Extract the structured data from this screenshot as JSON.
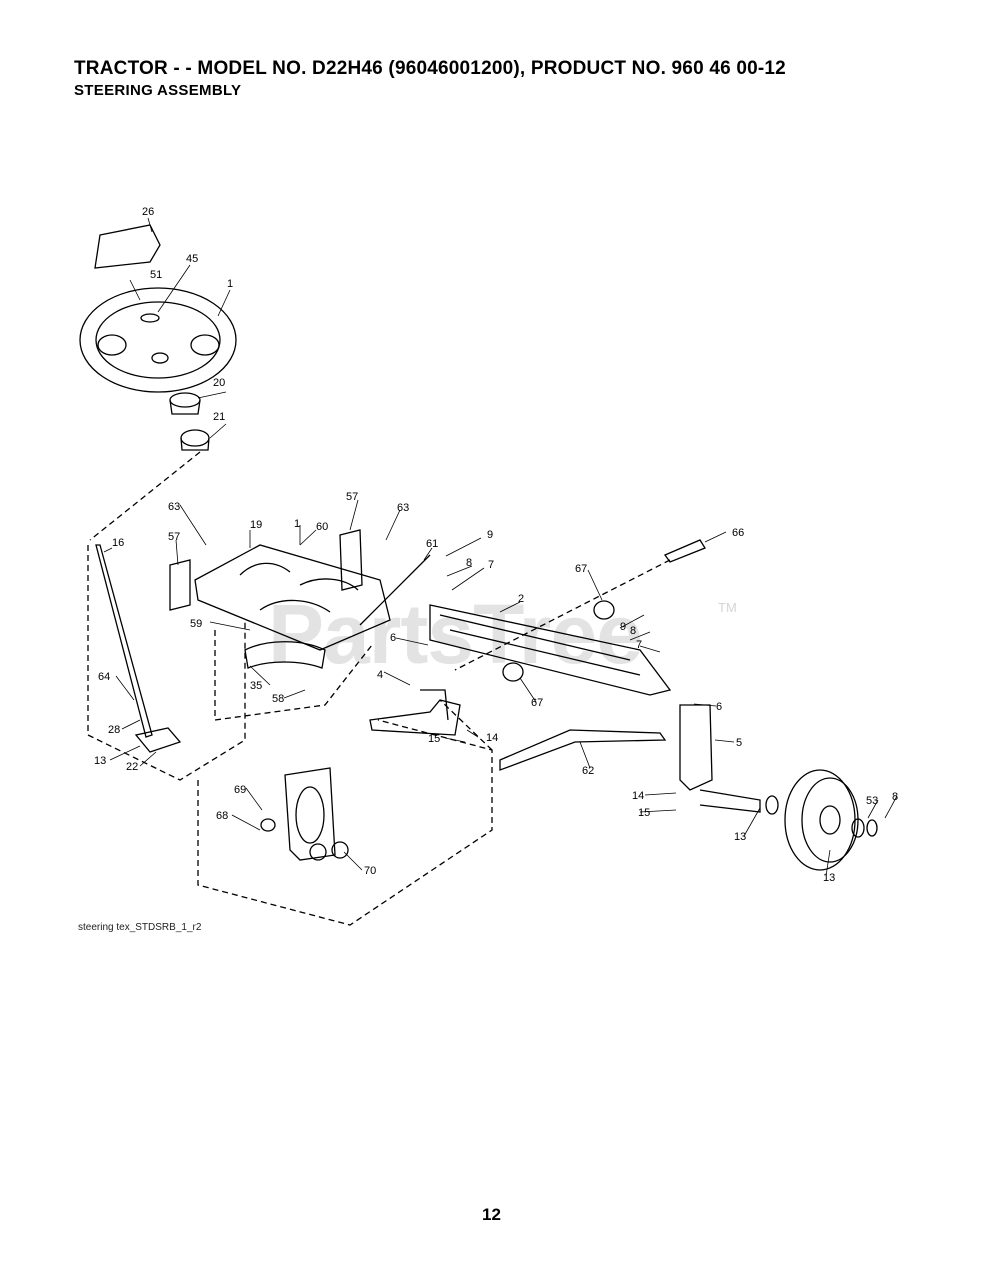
{
  "header": {
    "title": "TRACTOR - - MODEL NO. D22H46 (96046001200), PRODUCT NO. 960 46 00-12",
    "subtitle": "STEERING ASSEMBLY"
  },
  "watermark": {
    "text": "PartsTree",
    "tm": "TM"
  },
  "file_ref": "steering tex_STDSRB_1_r2",
  "page_number": "12",
  "callouts": {
    "c26": "26",
    "c51": "51",
    "c45": "45",
    "c1": "1",
    "c20": "20",
    "c21": "21",
    "c16": "16",
    "c63a": "63",
    "c57a": "57",
    "c19": "19",
    "c1b": "1",
    "c60": "60",
    "c57b": "57",
    "c63b": "63",
    "c61": "61",
    "c9a": "9",
    "c8a": "8",
    "c7a": "7",
    "c66": "66",
    "c67a": "67",
    "c2": "2",
    "c9b": "9",
    "c8b": "8",
    "c7b": "7",
    "c59": "59",
    "c6a": "6",
    "c4": "4",
    "c67b": "67",
    "c6b": "6",
    "c64": "64",
    "c35": "35",
    "c58": "58",
    "c28": "28",
    "c15a": "15",
    "c14a": "14",
    "c5": "5",
    "c13a": "13",
    "c22": "22",
    "c62": "62",
    "c69": "69",
    "c68": "68",
    "c14b": "14",
    "c15b": "15",
    "c53": "53",
    "c8c": "8",
    "c13b": "13",
    "c13c": "13",
    "c70": "70"
  }
}
